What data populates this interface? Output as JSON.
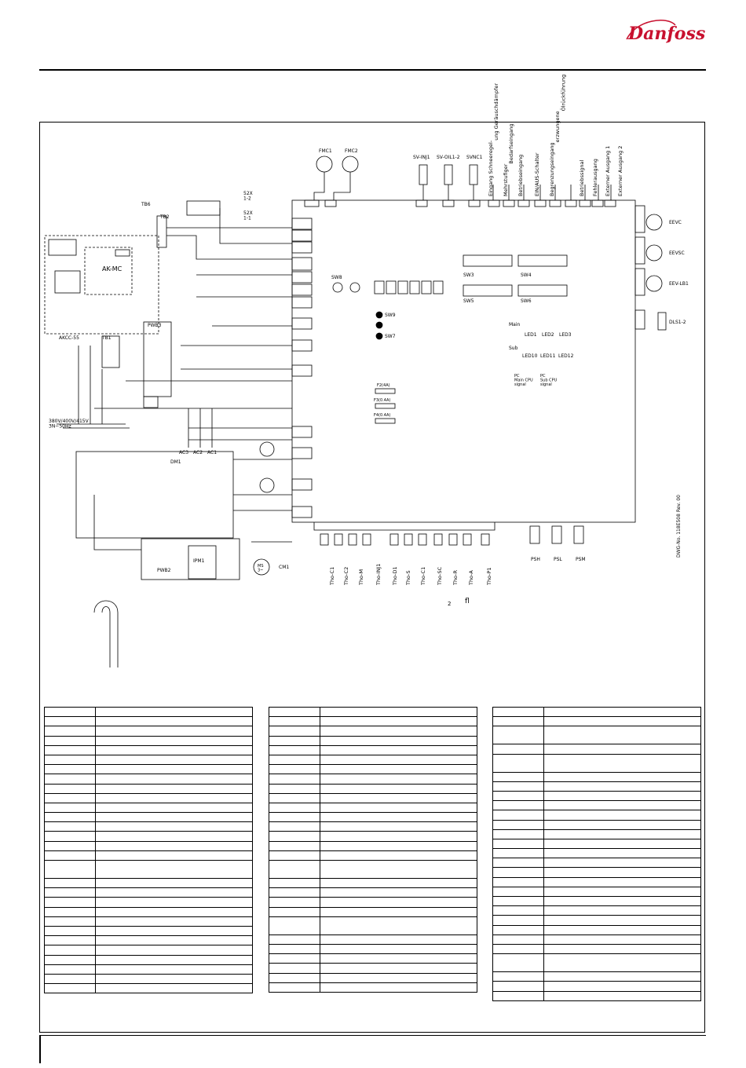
{
  "brand": {
    "logo_text": "Danfoss"
  },
  "page": {
    "dwg_number": "DWG-No. 118E508 Rev. 00",
    "note_mark_1": "2",
    "note_mark_2": "fl"
  },
  "vertical_labels": [
    "Eingang Schneeregel-\nung Geräuschdämpfer",
    "Mehrstufiger\nBedarfseingang",
    "Betriebseingang",
    "EIN/AUS-Schalter",
    "Begrenzungseingang\nerzwungene\nÖlrückführung",
    "Betriebssignal",
    "Fehlerausgang",
    "Externer Ausgang 1",
    "Externer Ausgang 2"
  ],
  "labels": {
    "fmc1": "FMC1",
    "fmc2": "FMC2",
    "sv_inj1": "SV-INJ1",
    "sv_oil": "SV-OIL1-2",
    "svnc1": "SVNC1",
    "x52_12": "52X\n1-2",
    "x52_11": "52X\n1-1",
    "tb6": "TB6",
    "tb2": "TB2",
    "akmc": "AK-MC",
    "akcc": "AKCC-55",
    "pwb3": "PWB3",
    "tb1": "TB1",
    "supply": "380V/400V/415V\n3N~50Hz",
    "dm1": "DM1",
    "pwb2": "PWB2",
    "ipm1": "IPM1",
    "cm1": "CM1",
    "ms": "MS\n3~",
    "sw3": "SW3",
    "sw4": "SW4",
    "sw5": "SW5",
    "sw6": "SW6",
    "sw8": "SW8",
    "sw9": "SW9",
    "sw7": "SW7",
    "eevc": "EEVC",
    "eevsc": "EEVSC",
    "eevlb1": "EEV-LB1",
    "dls12": "DLS1-2",
    "psh": "PSH",
    "psl": "PSL",
    "psm": "PSM",
    "led1": "LED1",
    "led2": "LED2",
    "led3": "LED3",
    "led10": "LED10",
    "led11": "LED11",
    "led12": "LED12",
    "main": "Main",
    "sub": "Sub",
    "pc_main": "PC\nMain CPU\nsignal",
    "pc_sub": "PC\nSub CPU\nsignal",
    "f2": "F2(4A)",
    "f3": "F3(0.4A)",
    "f4": "F4(0.4A)",
    "ac3": "AC3",
    "ac2": "AC2",
    "ac1": "AC1"
  },
  "thermistors": [
    "Tho-C1",
    "Tho-C2",
    "Tho-M",
    "Tho-INJ1",
    "Tho-D1",
    "Tho-S",
    "Tho-C1",
    "Tho-SC",
    "Tho-R",
    "Tho-A",
    "Tho-P1"
  ],
  "tables": {
    "left_rows": 29,
    "middle_rows": 28,
    "right_rows": 28
  }
}
